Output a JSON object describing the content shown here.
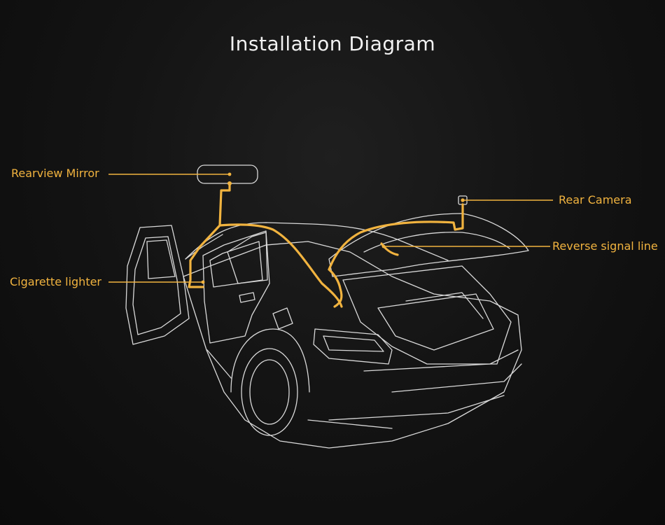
{
  "title": "Installation Diagram",
  "callouts": {
    "mirror": "Rearview Mirror",
    "camera": "Rear Camera",
    "reverse": "Reverse signal line",
    "lighter": "Cigarette lighter"
  },
  "colors": {
    "wire": "#f1b33f",
    "outline": "#d9d9d9",
    "background": "#141414"
  }
}
